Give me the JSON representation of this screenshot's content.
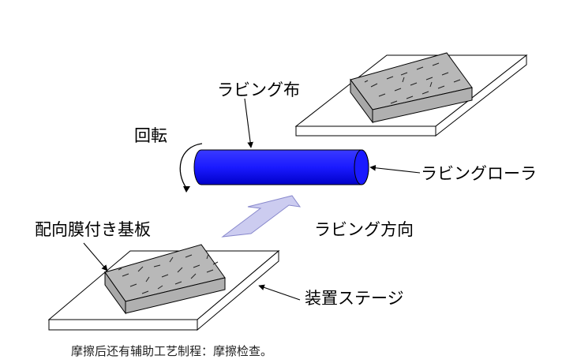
{
  "labels": {
    "rubbing_cloth": "ラビング布",
    "rotation": "回転",
    "rubbing_roller": "ラビングローラ",
    "aligned_substrate": "配向膜付き基板",
    "rubbing_direction": "ラビング方向",
    "stage": "装置ステージ"
  },
  "caption": "摩擦后还有辅助工艺制程：摩擦检查。",
  "colors": {
    "roller": "#1a1aff",
    "arrow": "#ccccf0",
    "substrate": "#b8b8b8",
    "stage": "#ffffff"
  },
  "icons": {
    "rotation_arrow": "curved-arrow-icon",
    "direction_arrow": "block-arrow-icon"
  }
}
